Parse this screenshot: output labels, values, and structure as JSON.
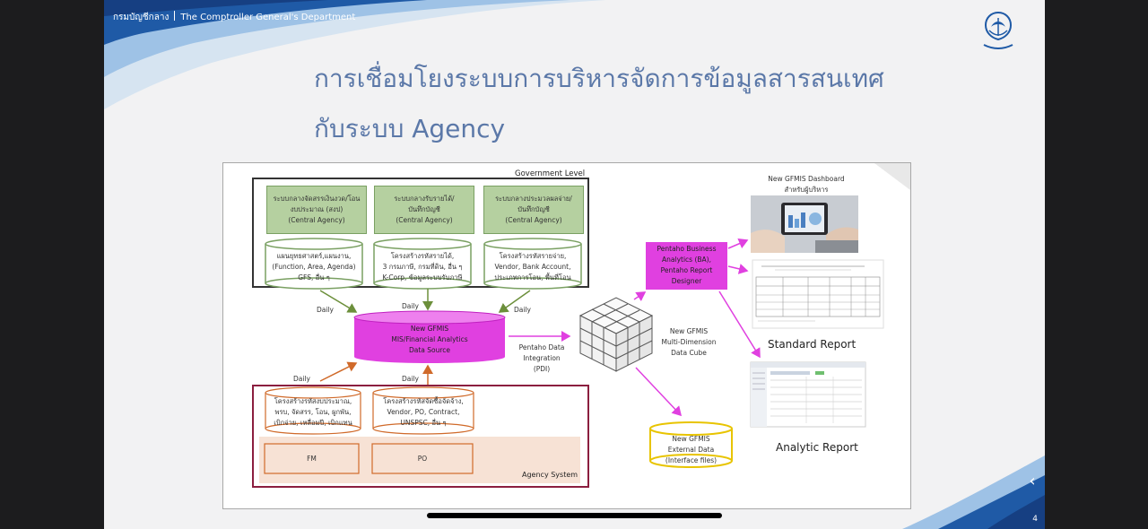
{
  "header": {
    "dept_thai": "กรมบัญชีกลาง",
    "dept_english": "The Comptroller General's Department"
  },
  "slide": {
    "title_line1": "การเชื่อมโยงระบบการบริหารจัดการข้อมูลสารสนเทศ",
    "title_line2": "กับระบบ Agency",
    "page_number": "4"
  },
  "diagram": {
    "government_level": "Government Level",
    "agency_system": "Agency System",
    "central_systems": [
      {
        "line1": "ระบบกลางจัดสรรเงินงวด/โอน",
        "line2": "งบประมาณ (สงป)",
        "line3": "(Central Agency)"
      },
      {
        "line1": "ระบบกลางรับรายได้/",
        "line2": "บันทึกบัญชี",
        "line3": "(Central Agency)"
      },
      {
        "line1": "ระบบกลางประมวลผลจ่าย/",
        "line2": "บันทึกบัญชี",
        "line3": "(Central Agency)"
      }
    ],
    "gov_cylinders": [
      {
        "line1": "แผนยุทธศาสตร์,แผนงาน,",
        "line2": "(Function, Area, Agenda)",
        "line3": "GFS, อื่น ๆ"
      },
      {
        "line1": "โครงสร้างรหัสรายได้,",
        "line2": "3 กรมภาษี, กรมที่ดิน, อื่น ๆ",
        "line3": "K-Corp, ข้อมูลระบบรับภาษี"
      },
      {
        "line1": "โครงสร้างรหัสรายจ่าย,",
        "line2": "Vendor, Bank Account,",
        "line3": "ประเภทการโอน, พื้นที่โอน"
      }
    ],
    "agency_cylinders": [
      {
        "line1": "โครงสร้างรหัสงบประมาณ,",
        "line2": "พรบ, จัดสรร, โอน, ผูกพัน,",
        "line3": "เบิกจ่าย, เหลื่อมปี, เบิกแทน"
      },
      {
        "line1": "โครงสร้างรหัสจัดซื้อจัดจ้าง,",
        "line2": "Vendor, PO, Contract,",
        "line3": "UNSPSC, อื่น ๆ"
      }
    ],
    "modules": [
      "FM",
      "PO"
    ],
    "daily_labels": [
      "Daily",
      "Daily",
      "Daily",
      "Daily",
      "Daily"
    ],
    "gfmis_source": {
      "line1": "New GFMIS",
      "line2": "MIS/Financial Analytics",
      "line3": "Data Source"
    },
    "pdi": {
      "line1": "Pentaho Data",
      "line2": "Integration (PDI)"
    },
    "cube_label": {
      "line1": "New GFMIS",
      "line2": "Multi-Dimension",
      "line3": "Data Cube"
    },
    "pentaho_ba": {
      "line1": "Pentaho Business",
      "line2": "Analytics (BA),",
      "line3": "Pentaho Report",
      "line4": "Designer"
    },
    "external": {
      "line1": "New GFMIS",
      "line2": "External Data",
      "line3": "(Interface files)"
    },
    "dashboard": {
      "line1": "New GFMIS Dashboard",
      "line2": "สำหรับผู้บริหาร"
    },
    "standard_report": "Standard Report",
    "analytic_report": "Analytic Report"
  },
  "colors": {
    "title": "#5b78a8",
    "gov_border": "#333333",
    "agency_border": "#8b1e3f",
    "magenta": "#e040e0",
    "green_box": "#b5d0a0",
    "agency_fill": "#f7e2d5",
    "cylinder_yellow": "#e8c400"
  }
}
